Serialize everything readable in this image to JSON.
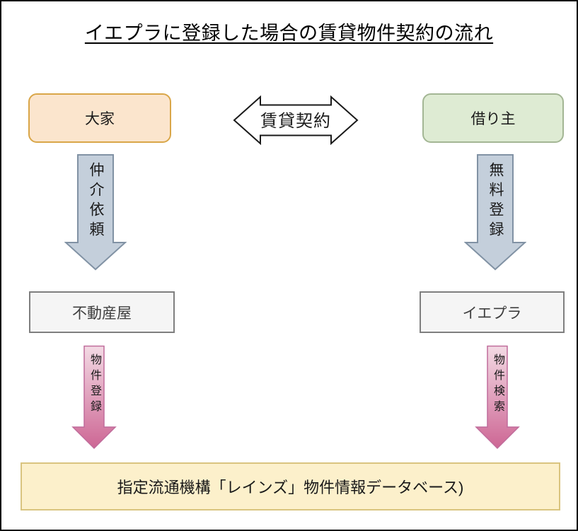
{
  "title": "イエプラに登録した場合の賃貸物件契約の流れ",
  "nodes": {
    "owner": {
      "label": "大家",
      "fill": "#FBE5CD",
      "border": "#D9A648"
    },
    "tenant": {
      "label": "借り主",
      "fill": "#DEEBD3",
      "border": "#A3B694"
    },
    "realtor": {
      "label": "不動産屋",
      "fill": "#F5F5F5",
      "border": "#7F7F7F"
    },
    "iepla": {
      "label": "イエプラ",
      "fill": "#F5F5F5",
      "border": "#7F7F7F"
    },
    "reins": {
      "label": "指定流通機構「レインズ」物件情報データベース)",
      "fill": "#FCF0CB",
      "border": "#D9C47F"
    }
  },
  "arrows": {
    "contract": {
      "label": "賃貸契約",
      "fill": "#FFFFFF",
      "border": "#1a1a1a",
      "direction": "both"
    },
    "broker_request": {
      "label": "仲介依頼",
      "fill": "#C4CFDB",
      "border": "#8192A4",
      "direction": "down"
    },
    "free_registration": {
      "label": "無料登録",
      "fill": "#C4CFDB",
      "border": "#8192A4",
      "direction": "down"
    },
    "property_registration": {
      "label": "物件登録",
      "gradient_top": "#F3DAE4",
      "gradient_bottom": "#CD6694",
      "border": "#C06C9B",
      "direction": "down"
    },
    "property_search": {
      "label": "物件検索",
      "gradient_top": "#F3DAE4",
      "gradient_bottom": "#CD6694",
      "border": "#C06C9B",
      "direction": "down"
    }
  }
}
